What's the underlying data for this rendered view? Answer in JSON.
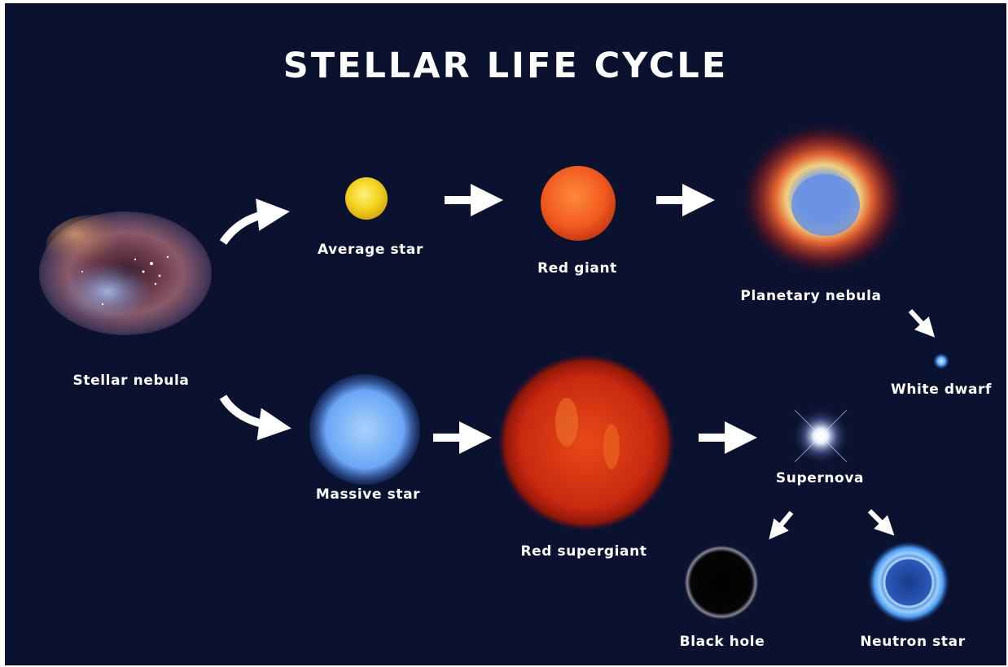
{
  "title": "STELLAR LIFE CYCLE",
  "stages": {
    "stellar_nebula": "Stellar nebula",
    "average_star": "Average star",
    "red_giant": "Red giant",
    "planetary_nebula": "Planetary nebula",
    "white_dwarf": "White dwarf",
    "massive_star": "Massive star",
    "red_supergiant": "Red supergiant",
    "supernova": "Supernova",
    "black_hole": "Black hole",
    "neutron_star": "Neutron star"
  },
  "colors": {
    "background": "#0b1230",
    "text": "#ffffff",
    "arrow": "#ffffff",
    "average_star": "#f2d21e",
    "red_giant": "#f0581e",
    "massive_star": "#6aa8f5",
    "red_supergiant": "#c8280e",
    "white_dwarf": "#58a8ff",
    "neutron_star": "#4a9cf0"
  }
}
